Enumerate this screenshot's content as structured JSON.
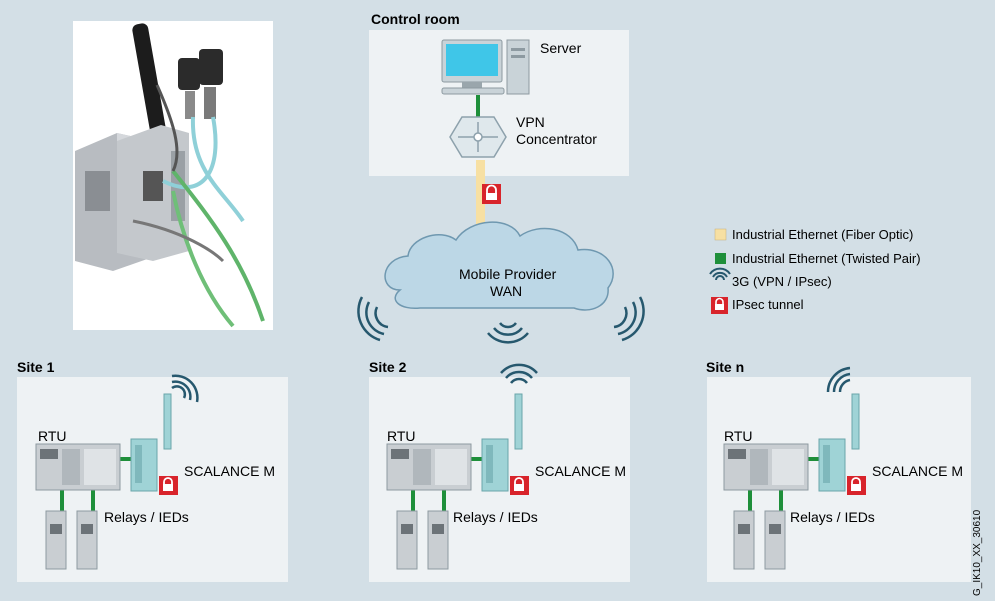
{
  "control_room": {
    "title": "Control room",
    "server_label": "Server",
    "vpn_label_1": "VPN",
    "vpn_label_2": "Concentrator"
  },
  "cloud": {
    "line1": "Mobile Provider",
    "line2": "WAN"
  },
  "legend": [
    {
      "label": "Industrial Ethernet (Fiber Optic)",
      "color": "#f7e0a3"
    },
    {
      "label": "Industrial Ethernet (Twisted Pair)",
      "color": "#1e8f3a"
    },
    {
      "label": "3G (VPN / IPsec)",
      "icon": "wireless-icon"
    },
    {
      "label": "IPsec tunnel",
      "icon": "lock-icon",
      "color": "#d8242b"
    }
  ],
  "sites": [
    {
      "title": "Site 1",
      "rtu_label": "RTU",
      "device_label": "SCALANCE M",
      "relays_label": "Relays / IEDs"
    },
    {
      "title": "Site 2",
      "rtu_label": "RTU",
      "device_label": "SCALANCE M",
      "relays_label": "Relays / IEDs"
    },
    {
      "title": "Site n",
      "rtu_label": "RTU",
      "device_label": "SCALANCE M",
      "relays_label": "Relays / IEDs"
    }
  ],
  "figure_id": "G_IK10_XX_30610",
  "colors": {
    "background": "#d3dfe6",
    "panel": "#eef2f4",
    "cloud": "#bcd7e6",
    "twisted_pair": "#1e8f3a",
    "fiber_optic": "#f7e0a3",
    "lock": "#d8242b",
    "device_teal": "#9fd3d6"
  }
}
